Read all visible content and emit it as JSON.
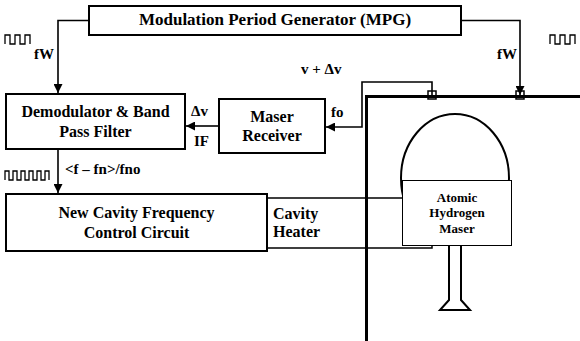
{
  "diagram": {
    "nodes": [
      {
        "text": [
          "Modulation Period Generator (MPG)"
        ]
      },
      {
        "text": [
          "Demodulator & Band Pass Filter"
        ]
      },
      {
        "text": [
          "Maser Receiver"
        ]
      },
      {
        "text": [
          "Atomic Hydrogen Maser"
        ]
      },
      {
        "text": [
          "New Cavity Frequency Control Circuit"
        ]
      }
    ],
    "edges": [
      {
        "from": 0,
        "to": 1,
        "arrow": "to"
      },
      {
        "from": 0,
        "to": 3,
        "arrow": "to"
      },
      {
        "from": 3,
        "to": 2,
        "label": "v + Δv",
        "arrow": "to"
      },
      {
        "from": 2,
        "to": 1,
        "label": "Δv",
        "arrow": "to"
      },
      {
        "from": 1,
        "to": 4,
        "arrow": "to"
      }
    ],
    "labels": [
      "fW",
      "fW",
      "fo",
      "IF",
      "<f – fn>/fno",
      "Cavity Heater"
    ]
  }
}
